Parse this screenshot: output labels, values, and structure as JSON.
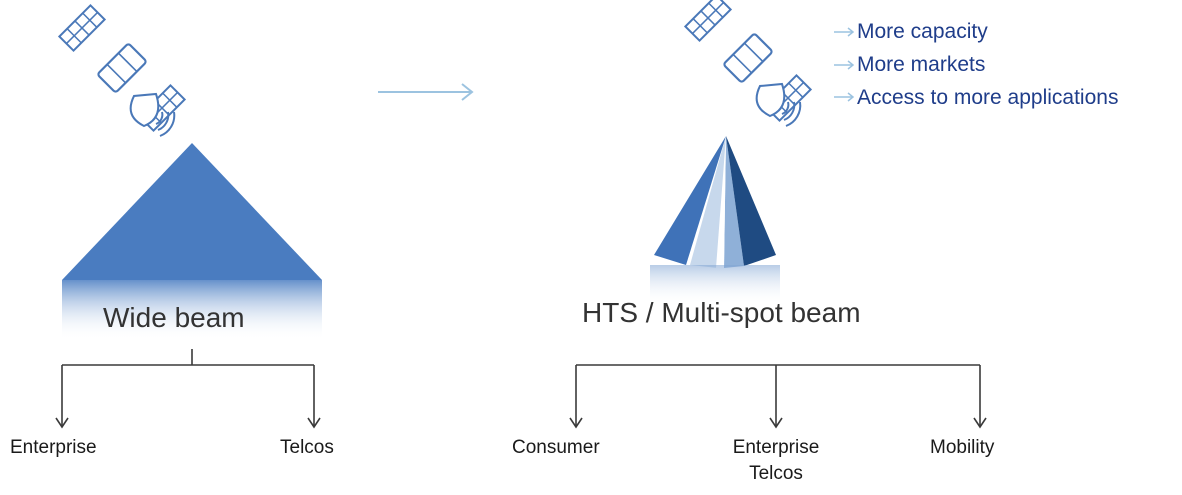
{
  "left": {
    "beam_label": "Wide beam",
    "segments": [
      "Enterprise",
      "Telcos"
    ]
  },
  "right": {
    "beam_label": "HTS / Multi-spot beam",
    "segments": [
      "Consumer",
      "Enterprise\nTelcos",
      "Mobility"
    ],
    "segment_lines": {
      "enterprise_telcos_line1": "Enterprise",
      "enterprise_telcos_line2": "Telcos"
    },
    "benefits": [
      "More capacity",
      "More markets",
      "Access to more applications"
    ]
  },
  "colors": {
    "beam_blue": "#4a7cc0",
    "beam_dark": "#1f4b82",
    "beam_light": "#b9cfe8",
    "satellite_stroke": "#4a78b8",
    "benefit_text": "#1f3d8a",
    "transition_arrow": "#9cc3e0",
    "tree_lines": "#3a3a3a"
  },
  "icons": {
    "satellite": "satellite-icon",
    "arrow": "arrow-right-icon"
  }
}
